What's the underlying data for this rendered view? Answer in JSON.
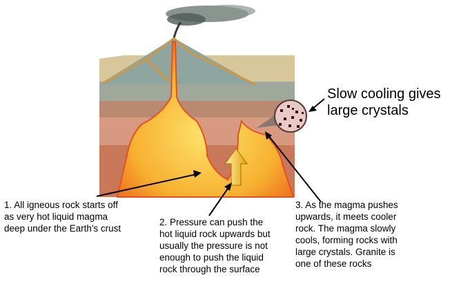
{
  "callouts": {
    "slow_cooling": "Slow cooling gives\nlarge crystals",
    "step1": "1. All igneous rock starts off\nas very hot liquid magma\ndeep under the Earth's crust",
    "step2": "2. Pressure can push the\nhot liquid rock upwards but\nusually the pressure is not\nenough to push the liquid\nrock through the surface",
    "step3": "3. As the magma pushes\nupwards, it meets cooler\nrock.  The magma slowly\ncools, forming rocks with\nlarge crystals.  Granite is\none of these rocks"
  },
  "colors": {
    "magma": "#f9b233",
    "magma_edge": "#e8501a",
    "surface": "#d8c79a",
    "crust_band": "#b98a70"
  }
}
